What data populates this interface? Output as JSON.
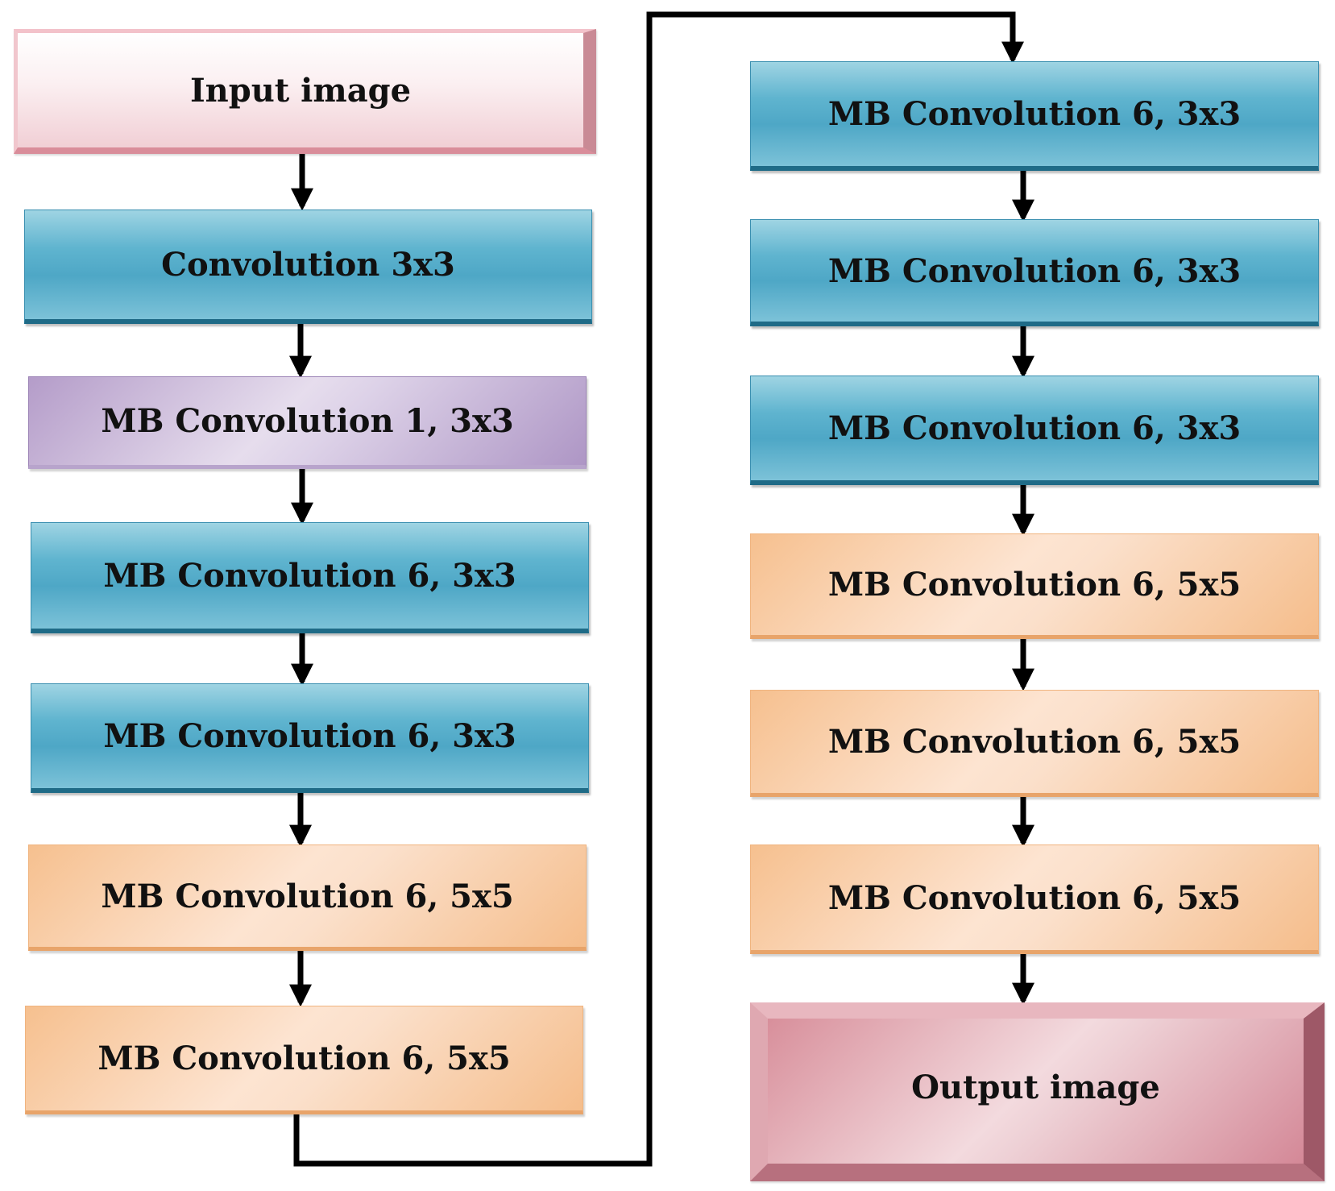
{
  "diagram": {
    "nodes": {
      "input": "Input image",
      "conv3x3": "Convolution 3x3",
      "mbconv1_3x3": "MB Convolution 1, 3x3",
      "left_mbconv6_3x3_a": "MB Convolution 6, 3x3",
      "left_mbconv6_3x3_b": "MB Convolution 6, 3x3",
      "left_mbconv6_5x5_a": "MB Convolution 6, 5x5",
      "left_mbconv6_5x5_b": "MB Convolution 6, 5x5",
      "right_mbconv6_3x3_a": "MB Convolution 6, 3x3",
      "right_mbconv6_3x3_b": "MB Convolution 6, 3x3",
      "right_mbconv6_3x3_c": "MB Convolution 6, 3x3",
      "right_mbconv6_5x5_a": "MB Convolution 6, 5x5",
      "right_mbconv6_5x5_b": "MB Convolution 6, 5x5",
      "right_mbconv6_5x5_c": "MB Convolution 6, 5x5",
      "output": "Output image"
    },
    "colors": {
      "conv_3x3": "#4ea7c6",
      "mbconv_1": "#c5b4d6",
      "mbconv_5x5": "#f8cba6",
      "input": "#f4d3d8",
      "output": "#e3b0b8",
      "arrow": "#000000"
    }
  }
}
